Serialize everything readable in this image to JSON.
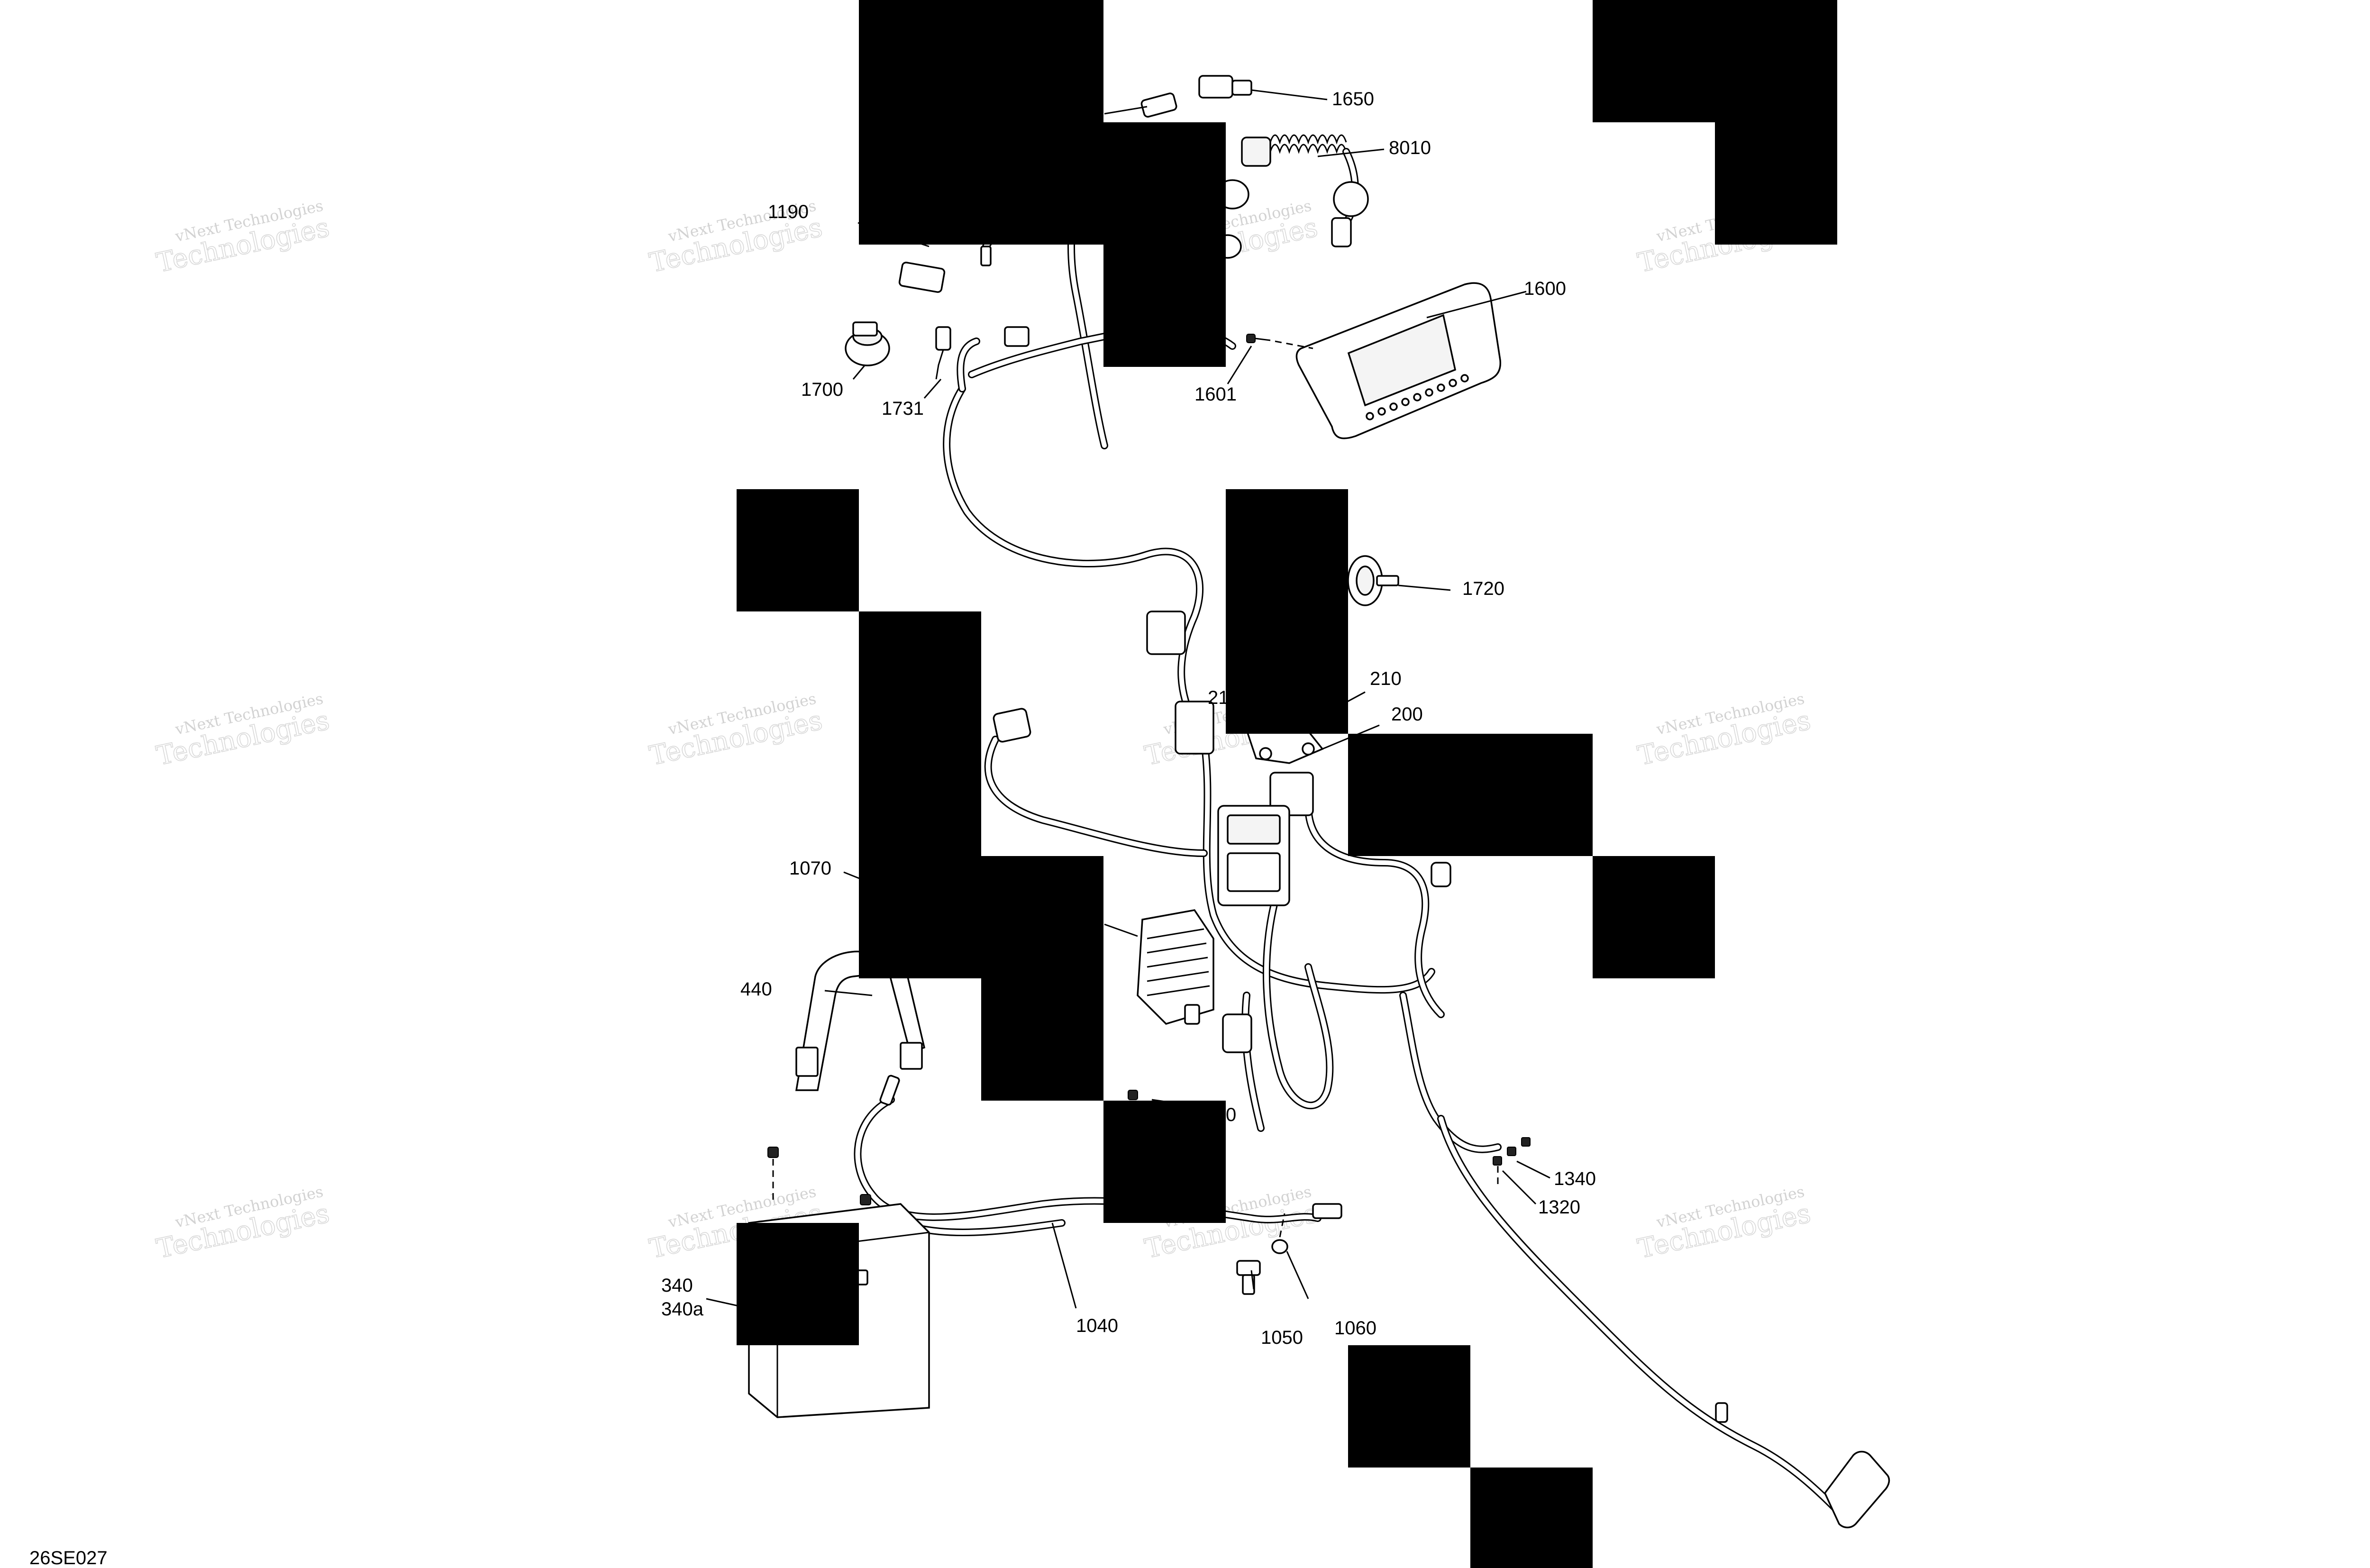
{
  "figure_code": "26SE027",
  "watermark": {
    "line1": "vNext Technologies",
    "line2": "Technologies"
  },
  "callouts": {
    "c1650": "1650",
    "c8010": "8010",
    "c1190": "1190",
    "c1600": "1600",
    "c1601": "1601",
    "c1700": "1700",
    "c1731": "1731",
    "c1720": "1720",
    "c210": "210",
    "c200": "200",
    "c21_partial": "21",
    "c1070": "1070",
    "c440": "440",
    "c0_partial": "0",
    "c1340": "1340",
    "c1320": "1320",
    "c340": "340",
    "c340a": "340a",
    "c1040": "1040",
    "c1050": "1050",
    "c1060": "1060"
  }
}
